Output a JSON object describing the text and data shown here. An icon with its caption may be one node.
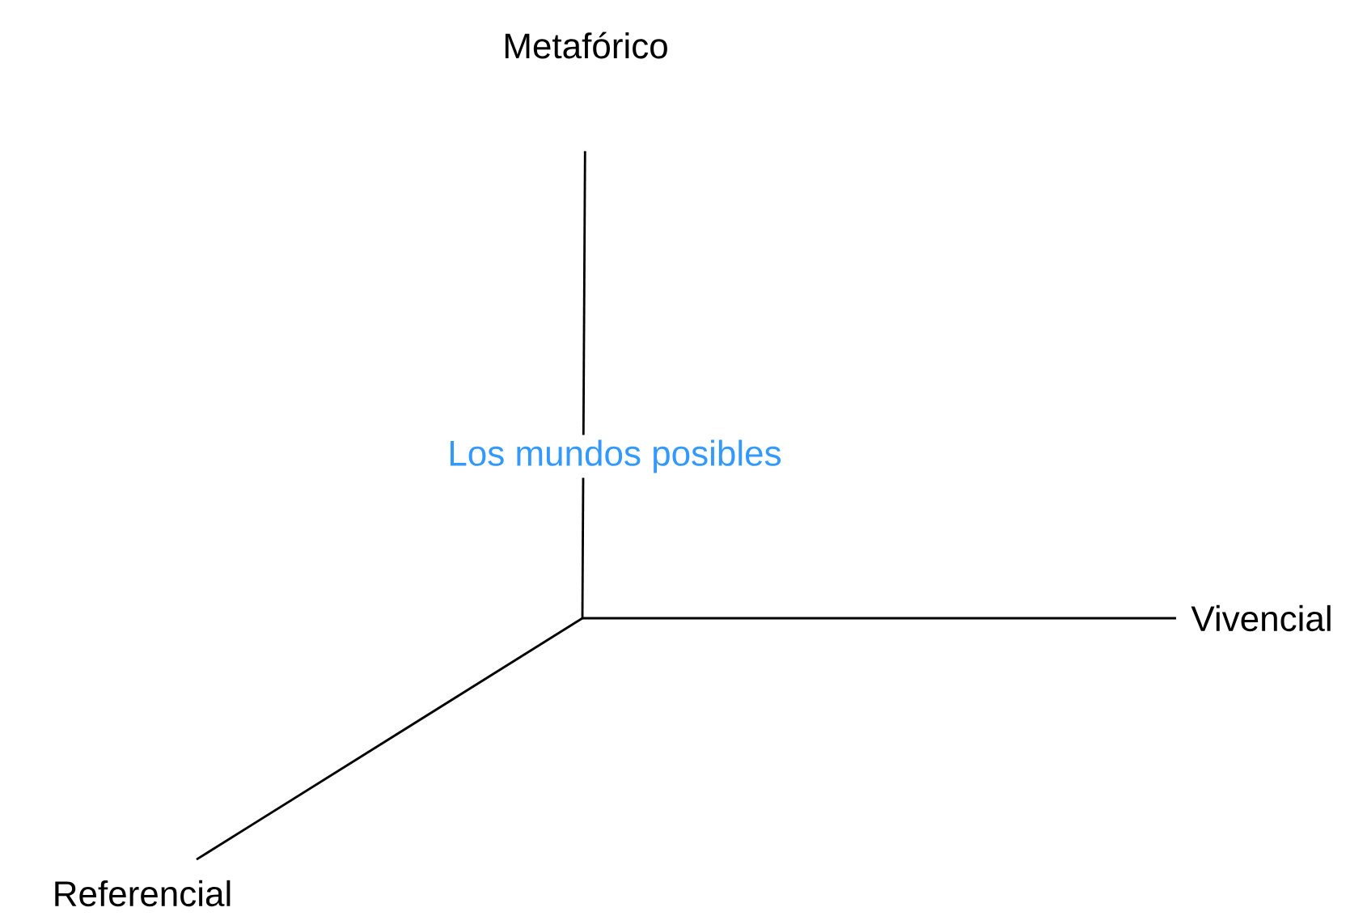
{
  "diagram": {
    "nodes": [
      {
        "text": [
          "Metafórico"
        ]
      },
      {
        "text": [
          "Vivencial"
        ]
      },
      {
        "text": [
          "Referencial"
        ]
      }
    ],
    "edges": [
      {
        "from": null,
        "to": 0,
        "arrow": "none"
      },
      {
        "from": null,
        "to": 1,
        "arrow": "none"
      },
      {
        "from": null,
        "to": 2,
        "arrow": "none"
      }
    ],
    "labels": [
      "Los mundos posibles"
    ]
  }
}
